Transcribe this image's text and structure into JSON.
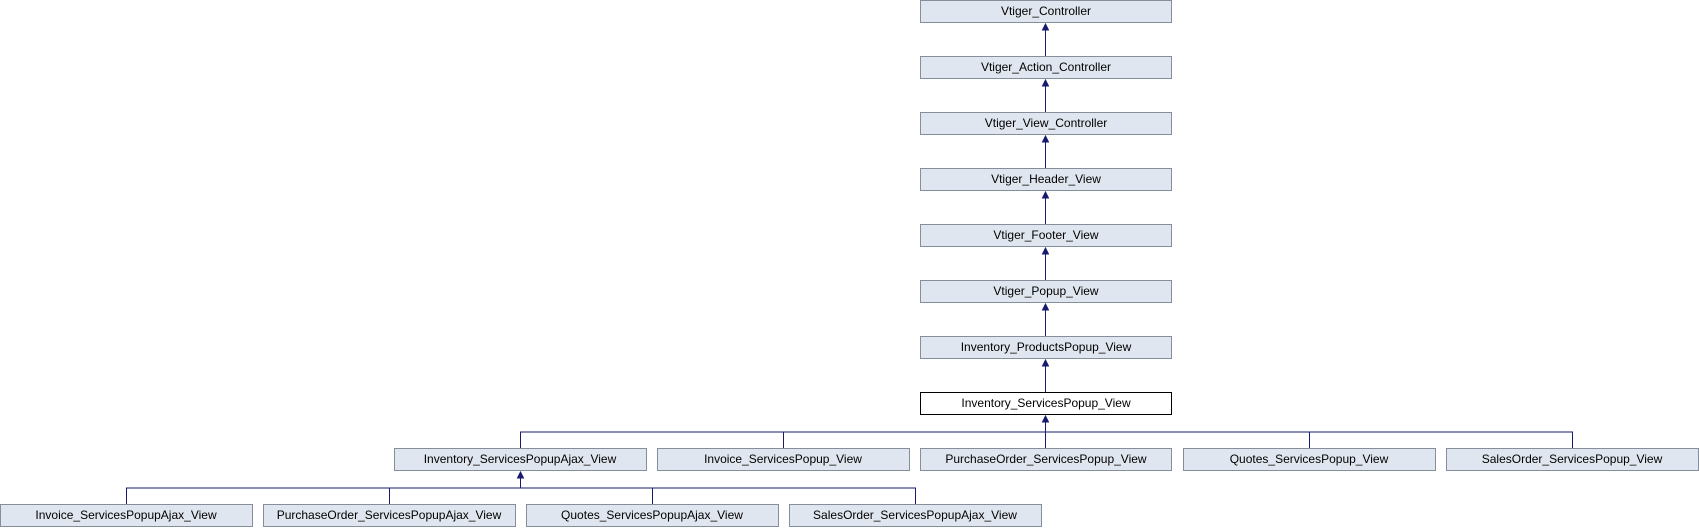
{
  "diagram": {
    "type": "class-inheritance-graph",
    "nodes": {
      "vtiger_controller": "Vtiger_Controller",
      "vtiger_action_controller": "Vtiger_Action_Controller",
      "vtiger_view_controller": "Vtiger_View_Controller",
      "vtiger_header_view": "Vtiger_Header_View",
      "vtiger_footer_view": "Vtiger_Footer_View",
      "vtiger_popup_view": "Vtiger_Popup_View",
      "inventory_productspopup_view": "Inventory_ProductsPopup_View",
      "inventory_servicespopup_view": "Inventory_ServicesPopup_View",
      "inventory_servicespopupajax_view": "Inventory_ServicesPopupAjax_View",
      "invoice_servicespopup_view": "Invoice_ServicesPopup_View",
      "purchaseorder_servicespopup_view": "PurchaseOrder_ServicesPopup_View",
      "quotes_servicespopup_view": "Quotes_ServicesPopup_View",
      "salesorder_servicespopup_view": "SalesOrder_ServicesPopup_View",
      "invoice_servicespopupajax_view": "Invoice_ServicesPopupAjax_View",
      "purchaseorder_servicespopupajax_view": "PurchaseOrder_ServicesPopupAjax_View",
      "quotes_servicespopupajax_view": "Quotes_ServicesPopupAjax_View",
      "salesorder_servicespopupajax_view": "SalesOrder_ServicesPopupAjax_View"
    },
    "highlighted_node": "inventory_servicespopup_view",
    "edges": [
      {
        "from": "vtiger_action_controller",
        "to": "vtiger_controller"
      },
      {
        "from": "vtiger_view_controller",
        "to": "vtiger_action_controller"
      },
      {
        "from": "vtiger_header_view",
        "to": "vtiger_view_controller"
      },
      {
        "from": "vtiger_footer_view",
        "to": "vtiger_header_view"
      },
      {
        "from": "vtiger_popup_view",
        "to": "vtiger_footer_view"
      },
      {
        "from": "inventory_productspopup_view",
        "to": "vtiger_popup_view"
      },
      {
        "from": "inventory_servicespopup_view",
        "to": "inventory_productspopup_view"
      },
      {
        "from": "inventory_servicespopupajax_view",
        "to": "inventory_servicespopup_view"
      },
      {
        "from": "invoice_servicespopup_view",
        "to": "inventory_servicespopup_view"
      },
      {
        "from": "purchaseorder_servicespopup_view",
        "to": "inventory_servicespopup_view"
      },
      {
        "from": "quotes_servicespopup_view",
        "to": "inventory_servicespopup_view"
      },
      {
        "from": "salesorder_servicespopup_view",
        "to": "inventory_servicespopup_view"
      },
      {
        "from": "invoice_servicespopupajax_view",
        "to": "inventory_servicespopupajax_view"
      },
      {
        "from": "purchaseorder_servicespopupajax_view",
        "to": "inventory_servicespopupajax_view"
      },
      {
        "from": "quotes_servicespopupajax_view",
        "to": "inventory_servicespopupajax_view"
      },
      {
        "from": "salesorder_servicespopupajax_view",
        "to": "inventory_servicespopupajax_view"
      }
    ],
    "colors": {
      "node_fill": "#e0e6ef",
      "node_border": "#868e9c",
      "highlight_fill": "#ffffff",
      "highlight_border": "#000000",
      "edge": "#191970"
    }
  }
}
